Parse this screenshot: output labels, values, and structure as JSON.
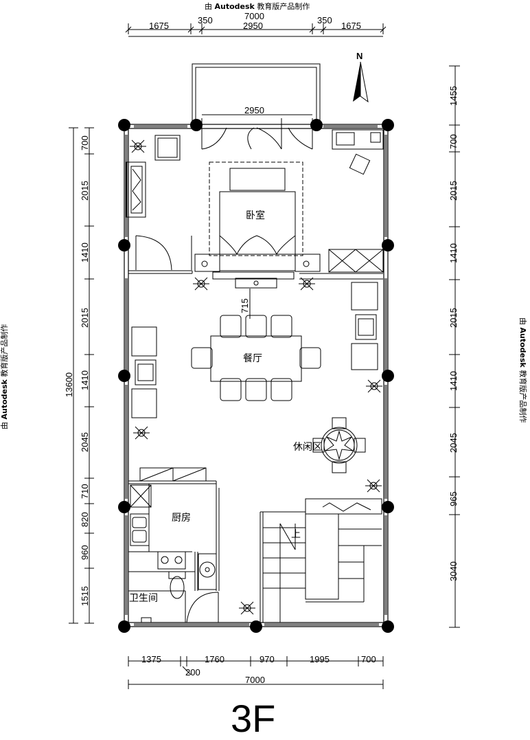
{
  "watermark": {
    "prefix": "由 ",
    "brand": "Autodesk",
    "suffix": " 教育版产品制作"
  },
  "north": "N",
  "floor_label": "3F",
  "rooms": {
    "bedroom": "卧室",
    "dining": "餐厅",
    "leisure": "休闲区",
    "kitchen": "厨房",
    "bathroom": "卫生间",
    "stair_up": "上"
  },
  "dims": {
    "top_total": "7000",
    "top_segments": [
      "1675",
      "350",
      "2950",
      "350",
      "1675"
    ],
    "balcony_width": "2950",
    "dining_gap": "715",
    "left_total": "13600",
    "left_segments": [
      "700",
      "2015",
      "1410",
      "2015",
      "1410",
      "2045",
      "710",
      "820",
      "960",
      "1515"
    ],
    "right_segments": [
      "1455",
      "700",
      "2015",
      "1410",
      "2015",
      "1410",
      "2045",
      "965",
      "3040"
    ],
    "bottom_segments": [
      "1375",
      "1760",
      "970",
      "1995",
      "700"
    ],
    "bottom_extra": "200",
    "bottom_total": "7000"
  }
}
